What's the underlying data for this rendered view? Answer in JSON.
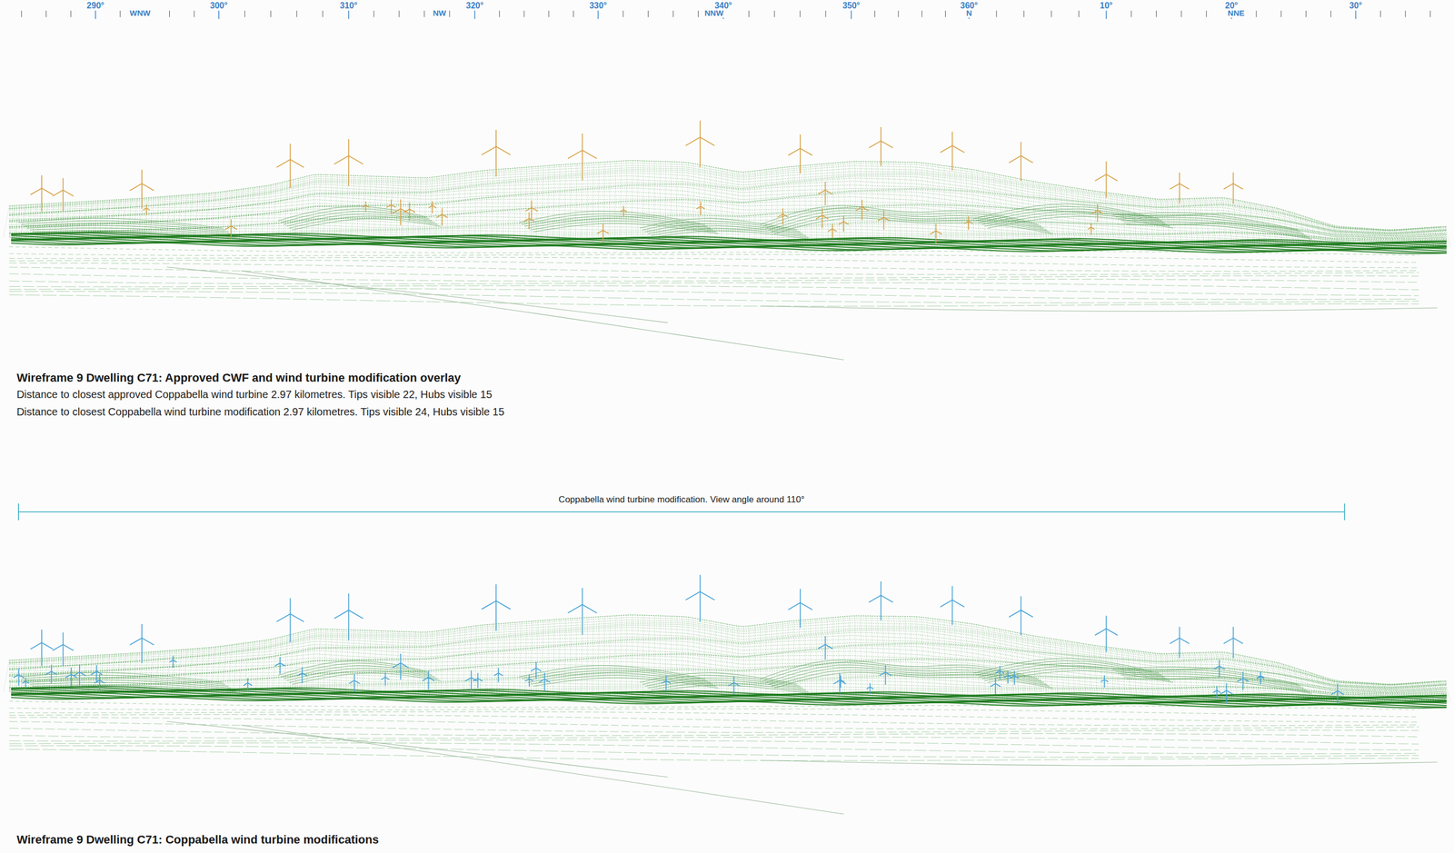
{
  "diagram": {
    "labels": [
      "290°",
      "300°",
      "310°",
      "320°",
      "330°",
      "340°",
      "350°",
      "360°",
      "10°",
      "20°",
      "30°",
      "WNW",
      "NW",
      "NNW",
      "N",
      "NNE",
      "Wireframe 9 Dwelling C71: Approved CWF and wind turbine modification overlay",
      "Distance to closest approved Coppabella wind turbine 2.97 kilometres. Tips visible 22, Hubs visible 15",
      "Distance to closest Coppabella wind turbine modification 2.97 kilometres. Tips visible 24, Hubs visible 15",
      "Coppabella wind turbine modification. View angle around 110°",
      "Wireframe 9 Dwelling C71: Coppabella wind turbine modifications"
    ]
  }
}
